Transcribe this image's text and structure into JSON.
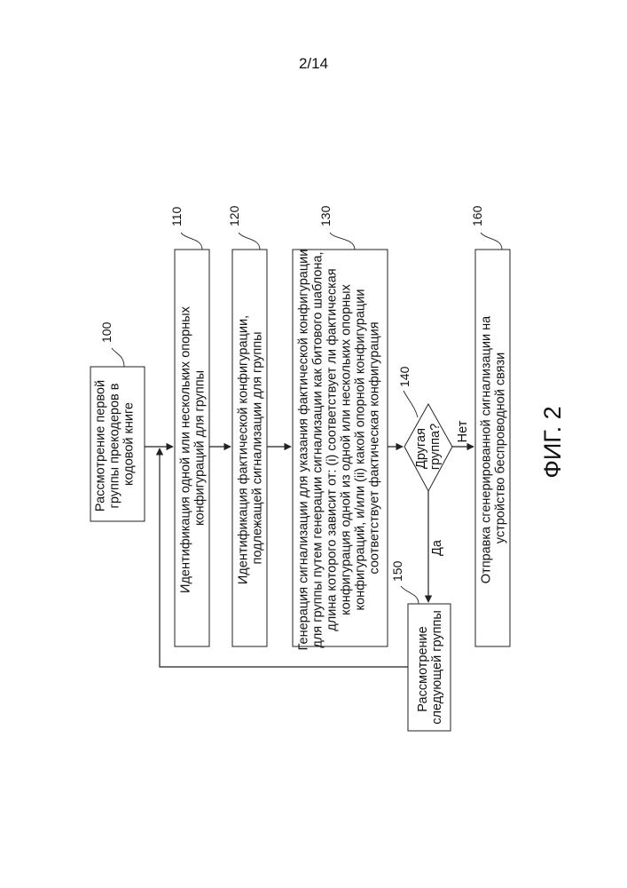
{
  "page_number": "2/14",
  "figure_label": "ФИГ. 2",
  "steps": [
    {
      "ref": "100",
      "lines": [
        "Рассмотрение первой",
        "группы прекодеров в",
        "кодовой книге"
      ]
    },
    {
      "ref": "110",
      "lines": [
        "Идентификация одной или нескольких опорных",
        "конфигураций для группы"
      ]
    },
    {
      "ref": "120",
      "lines": [
        "Идентификация фактической конфигурации,",
        "подлежащей сигнализации для группы"
      ]
    },
    {
      "ref": "130",
      "lines": [
        "Генерация сигнализации для указания фактической конфигурации",
        "для группы путем генерации сигнализации как битового шаблона,",
        "длина которого зависит от: (i) соответствует ли фактическая",
        "конфигурация одной из одной или нескольких опорных",
        "конфигураций, и/или (ii) какой опорной конфигурации",
        "соответствует фактическая конфигурация"
      ]
    },
    {
      "ref": "140",
      "lines": [
        "Другая",
        "группа?"
      ]
    },
    {
      "ref": "150",
      "lines": [
        "Рассмотрение",
        "следующей группы"
      ]
    },
    {
      "ref": "160",
      "lines": [
        "Отправка сгенерированной сигнализации на",
        "устройство беспроводной связи"
      ]
    }
  ],
  "branches": {
    "yes": "Да",
    "no": "Нет"
  }
}
